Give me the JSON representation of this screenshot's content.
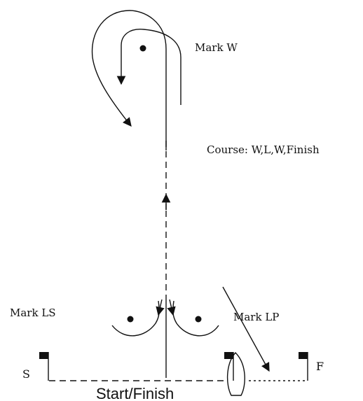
{
  "labels": {
    "mark_w": "Mark W",
    "course": "Course: W,L,W,Finish",
    "mark_ls": "Mark LS",
    "mark_lp": "Mark LP",
    "start_pin": "S",
    "finish_pin": "F",
    "start_finish": "Start/Finish"
  }
}
